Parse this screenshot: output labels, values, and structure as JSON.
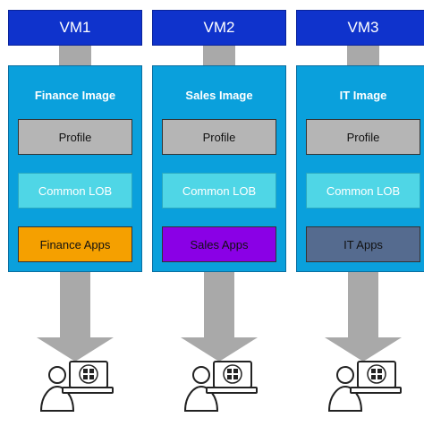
{
  "columns": [
    {
      "vm_label": "VM1",
      "image_title": "Finance Image",
      "profile": "Profile",
      "lob": "Common LOB",
      "apps": "Finance Apps",
      "apps_color": "#f5a000"
    },
    {
      "vm_label": "VM2",
      "image_title": "Sales Image",
      "profile": "Profile",
      "lob": "Common LOB",
      "apps": "Sales Apps",
      "apps_color": "#8a00e6"
    },
    {
      "vm_label": "VM3",
      "image_title": "IT Image",
      "profile": "Profile",
      "lob": "Common LOB",
      "apps": "IT Apps",
      "apps_color": "#556b8f"
    }
  ],
  "icons": {
    "arrow": "down-arrow-icon",
    "user": "user-with-windows-laptop-icon"
  }
}
